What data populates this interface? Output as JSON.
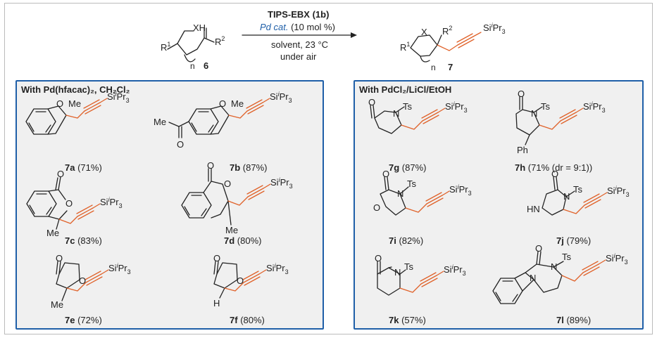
{
  "scheme": {
    "reagent": "TIPS-EBX (1b)",
    "catalyst": "Pd cat.",
    "catalyst_loading": "(10 mol %)",
    "conditions": "solvent, 23 °C",
    "atmosphere": "under air",
    "start_label": "6",
    "product_label": "7",
    "colors": {
      "accent": "#1f5fa8",
      "alkyne": "#e0622a",
      "panel_bg": "#f0f0f0"
    }
  },
  "left_panel": {
    "title": "With Pd(hfacac)₂, CH₂Cl₂",
    "compounds": [
      {
        "id": "7a",
        "yield": "(71%)"
      },
      {
        "id": "7b",
        "yield": "(87%)"
      },
      {
        "id": "7c",
        "yield": "(83%)"
      },
      {
        "id": "7d",
        "yield": "(80%)"
      },
      {
        "id": "7e",
        "yield": "(72%)"
      },
      {
        "id": "7f",
        "yield": "(80%)"
      }
    ]
  },
  "right_panel": {
    "title": "With PdCl₂/LiCl/EtOH",
    "compounds": [
      {
        "id": "7g",
        "yield": "(87%)"
      },
      {
        "id": "7h",
        "yield": "(71% (dr = 9:1))"
      },
      {
        "id": "7i",
        "yield": "(82%)"
      },
      {
        "id": "7j",
        "yield": "(79%)"
      },
      {
        "id": "7k",
        "yield": "(57%)"
      },
      {
        "id": "7l",
        "yield": "(89%)"
      }
    ]
  },
  "atoms": {
    "O": "O",
    "N": "N",
    "H": "H",
    "X": "X",
    "XH": "XH",
    "HN": "HN",
    "Me": "Me",
    "Ph": "Ph",
    "Ts": "Ts",
    "R": "R",
    "one": "1",
    "two": "2",
    "n": "n",
    "Si": "Si",
    "i": "i",
    "Pr": "Pr",
    "three": "3"
  }
}
